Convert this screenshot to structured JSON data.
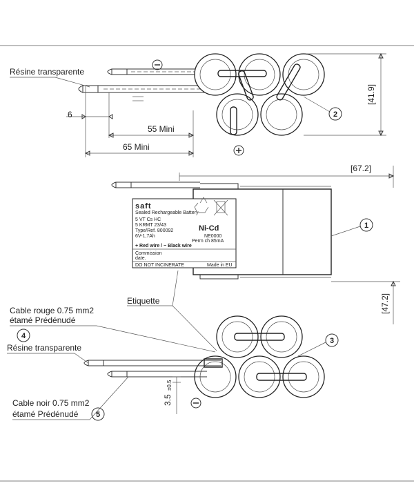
{
  "top_view": {
    "resin_label": "Résine transparente",
    "dim_6": "6",
    "dim_55": "55 Mini",
    "dim_65": "65 Mini",
    "dim_41_9": "[41.9]",
    "callout_2": "2",
    "minus_sign": "⊖",
    "plus_sign": "⊕"
  },
  "side_view": {
    "dim_67_2": "[67.2]",
    "dim_47_2": "[47.2]",
    "callout_1": "1",
    "etiquette_label": "Etiquette",
    "label": {
      "brand": "saft",
      "tagline": "Sealed Rechargeable Battery",
      "line1": "5 VT Cs HC",
      "line2": "5 KRMT 23/43",
      "line3": "Type/Ref. 800092",
      "line4": "6V-1,7Ah",
      "chem": "Ni-Cd",
      "ne": "NE0000",
      "perm": "Perm ch 85mA",
      "wires": "+ Red wire / − Black wire",
      "commission": "Commission",
      "date": "date.",
      "incinerate": "DO NOT INCINERATE",
      "made": "Made in EU"
    }
  },
  "bottom_view": {
    "cable_red_1": "Cable rouge 0.75 mm2",
    "cable_red_2": "étamé    Prédénudé",
    "callout_4": "4",
    "resin_label": "Résine transparente",
    "cable_black_1": "Cable noir 0.75 mm2",
    "cable_black_2": "étamé    Prédénudé",
    "callout_5": "5",
    "callout_3": "3",
    "dim_3_5": "3.5",
    "dim_tol": "±0.5",
    "minus_sign": "⊖"
  }
}
